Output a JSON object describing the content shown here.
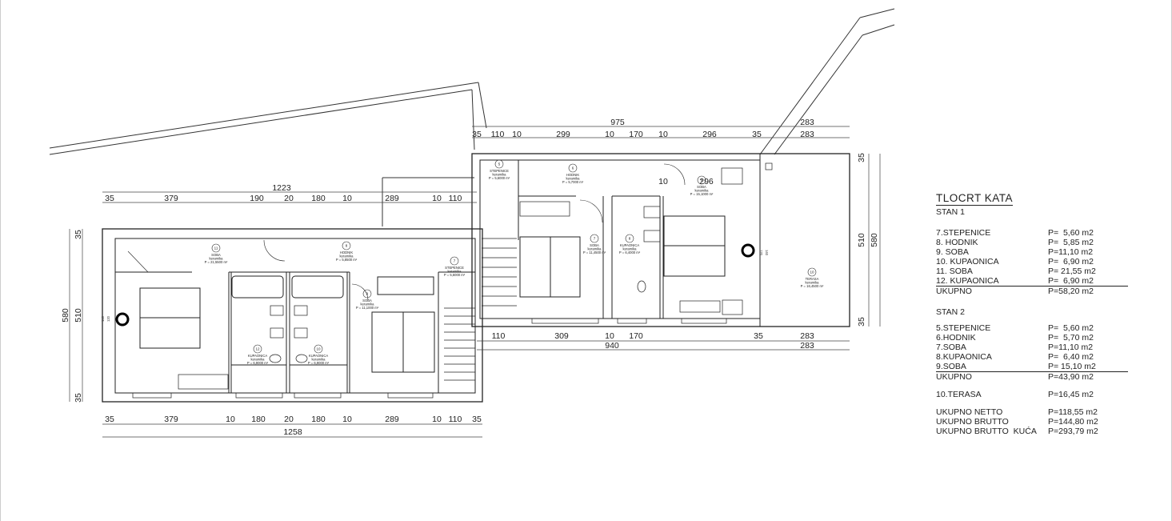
{
  "legend": {
    "title": "TLOCRT KATA",
    "stan1_label": "STAN 1",
    "stan1_rows": [
      {
        "name": "7.STEPENICE",
        "value": "P=  5,60 m2"
      },
      {
        "name": "8. HODNIK",
        "value": "P=  5,85 m2"
      },
      {
        "name": "9. SOBA",
        "value": "P=11,10 m2"
      },
      {
        "name": "10. KUPAONICA",
        "value": "P=  6,90 m2"
      },
      {
        "name": "11. SOBA",
        "value": "P= 21,55 m2"
      },
      {
        "name": "12. KUPAONICA",
        "value": "P=  6,90 m2"
      }
    ],
    "stan1_total": {
      "name": "UKUPNO",
      "value": "P=58,20 m2"
    },
    "stan2_label": "STAN 2",
    "stan2_rows": [
      {
        "name": "5.STEPENICE",
        "value": "P=  5,60 m2"
      },
      {
        "name": "6.HODNIK",
        "value": "P=  5,70 m2"
      },
      {
        "name": "7.SOBA",
        "value": "P=11,10 m2"
      },
      {
        "name": "8.KUPAONICA",
        "value": "P=  6,40 m2"
      },
      {
        "name": "9.SOBA",
        "value": "P= 15,10 m2"
      }
    ],
    "stan2_total": {
      "name": "UKUPNO",
      "value": "P=43,90 m2"
    },
    "terasa": {
      "name": "10.TERASA",
      "value": "P=16,45 m2"
    },
    "totals": [
      {
        "name": "UKUPNO NETTO",
        "value": "P=118,55 m2"
      },
      {
        "name": "UKUPNO BRUTTO",
        "value": "P=144,80 m2"
      },
      {
        "name": "UKUPNO BRUTTO  KUĆA",
        "value": "P=293,79 m2"
      }
    ]
  },
  "dimensions": {
    "left_top_total": "1223",
    "left_top_segments": [
      "35",
      "379",
      "190",
      "20",
      "180",
      "10",
      "289",
      "10",
      "110"
    ],
    "left_bottom_segments": [
      "35",
      "379",
      "10",
      "180",
      "20",
      "180",
      "10",
      "289",
      "10",
      "110",
      "35"
    ],
    "left_bottom_total": "1258",
    "left_side_outer": "580",
    "left_side_inner": [
      "510",
      "35"
    ],
    "right_top_total": "975",
    "right_top_segments": [
      "35",
      "110",
      "10",
      "299",
      "10",
      "170",
      "10",
      "296",
      "35",
      "283"
    ],
    "right_top_extra": "283",
    "right_bottom_segments": [
      "110",
      "309",
      "10",
      "170",
      "35",
      "283"
    ],
    "right_bottom_total": "940",
    "right_bottom_extra": "283",
    "right_side": [
      "35",
      "510",
      "580",
      "35"
    ],
    "inner_296": "296",
    "inner_10": "10"
  },
  "rooms": [
    {
      "num": "11",
      "name": "SOBA",
      "finish": "keramika",
      "area": "P = 21,5500 m²"
    },
    {
      "num": "8",
      "name": "HODNIK",
      "finish": "keramika",
      "area": "P = 5,8500 m²"
    },
    {
      "num": "7",
      "name": "STEPENICE",
      "finish": "keramika",
      "area": "P = 5,6000 m²"
    },
    {
      "num": "9",
      "name": "SOBA",
      "finish": "keramika",
      "area": "P = 11,1000 m²"
    },
    {
      "num": "12",
      "name": "KUPAONICA",
      "finish": "keramika",
      "area": "P = 6,9000 m²"
    },
    {
      "num": "10",
      "name": "KUPAONICA",
      "finish": "keramika",
      "area": "P = 6,9000 m²"
    },
    {
      "num": "5",
      "name": "STEPENICE",
      "finish": "keramika",
      "area": "P = 5,6000 m²"
    },
    {
      "num": "6",
      "name": "HODNIK",
      "finish": "keramika",
      "area": "P = 5,7000 m²"
    },
    {
      "num": "7",
      "name": "SOBA",
      "finish": "keramika",
      "area": "P = 11,4500 m²"
    },
    {
      "num": "8",
      "name": "KUPAONICA",
      "finish": "keramika",
      "area": "P = 6,4000 m²"
    },
    {
      "num": "9",
      "name": "SOBA",
      "finish": "keramika",
      "area": "P = 15,1000 m²"
    },
    {
      "num": "10",
      "name": "TERASA",
      "finish": "keramika",
      "area": "P = 16,4500 m²"
    }
  ],
  "window_marks": {
    "left": "140",
    "left2": "120",
    "right": "140",
    "right2": "120"
  }
}
